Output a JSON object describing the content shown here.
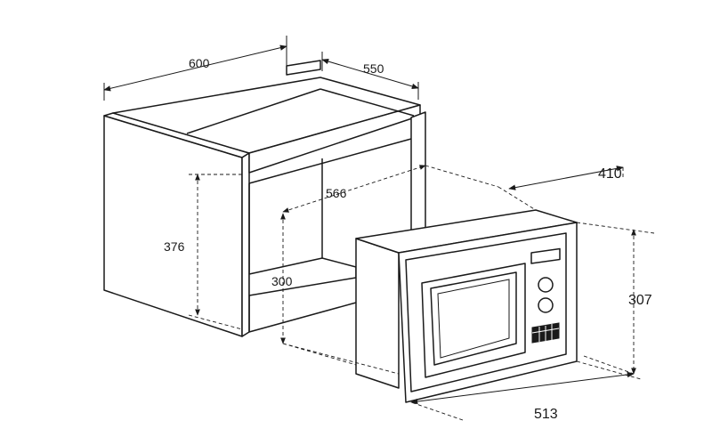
{
  "dimensions": {
    "cabinet_width": "600",
    "cabinet_depth": "550",
    "opening_depth": "566",
    "opening_height": "376",
    "niche_height": "300",
    "frame_depth": "410",
    "frame_height": "307",
    "frame_width": "513"
  },
  "colors": {
    "stroke": "#1a1a1a",
    "background": "#ffffff",
    "display": "#1a1a1a"
  }
}
